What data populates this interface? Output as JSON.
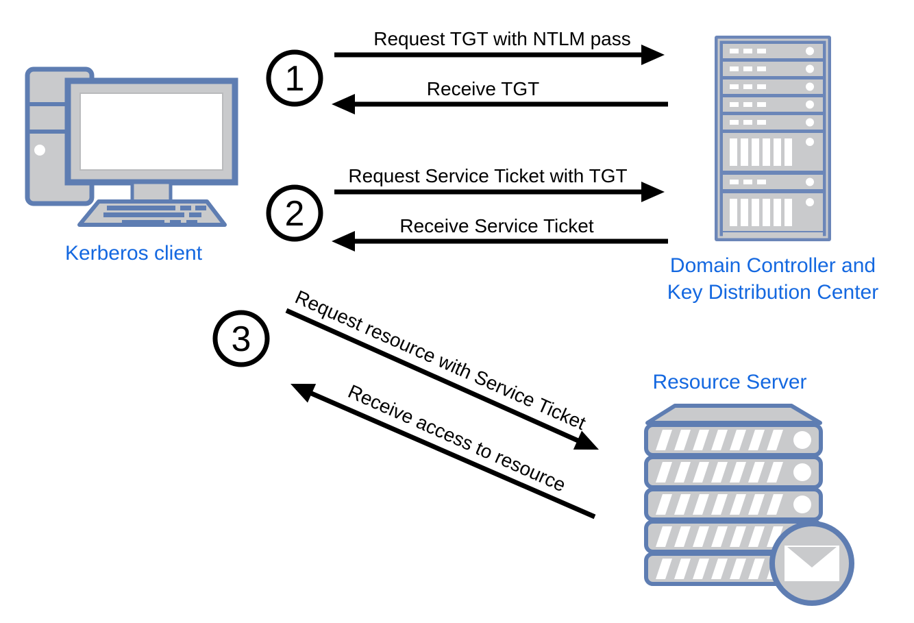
{
  "diagram": {
    "nodes": {
      "client": {
        "label": "Kerberos client"
      },
      "domain_controller": {
        "label": "Domain Controller and\nKey Distribution Center"
      },
      "resource_server": {
        "label": "Resource Server"
      }
    },
    "steps": [
      {
        "number": "1",
        "request": "Request TGT with NTLM pass",
        "response": "Receive TGT"
      },
      {
        "number": "2",
        "request": "Request Service Ticket with TGT",
        "response": "Receive Service Ticket"
      },
      {
        "number": "3",
        "request": "Request resource with Service Ticket",
        "response": "Receive access to resource"
      }
    ],
    "icons": {
      "client": "desktop-computer-icon",
      "domain_controller": "server-rack-icon",
      "resource_server": "server-stack-icon",
      "badge": "envelope-icon"
    },
    "colors": {
      "label_blue": "#1468E0",
      "icon_border_blue": "#5E7DB2",
      "rack_frame_blue": "#6B86B8",
      "icon_gray": "#C9CACC",
      "arrow_black": "#000000"
    }
  }
}
